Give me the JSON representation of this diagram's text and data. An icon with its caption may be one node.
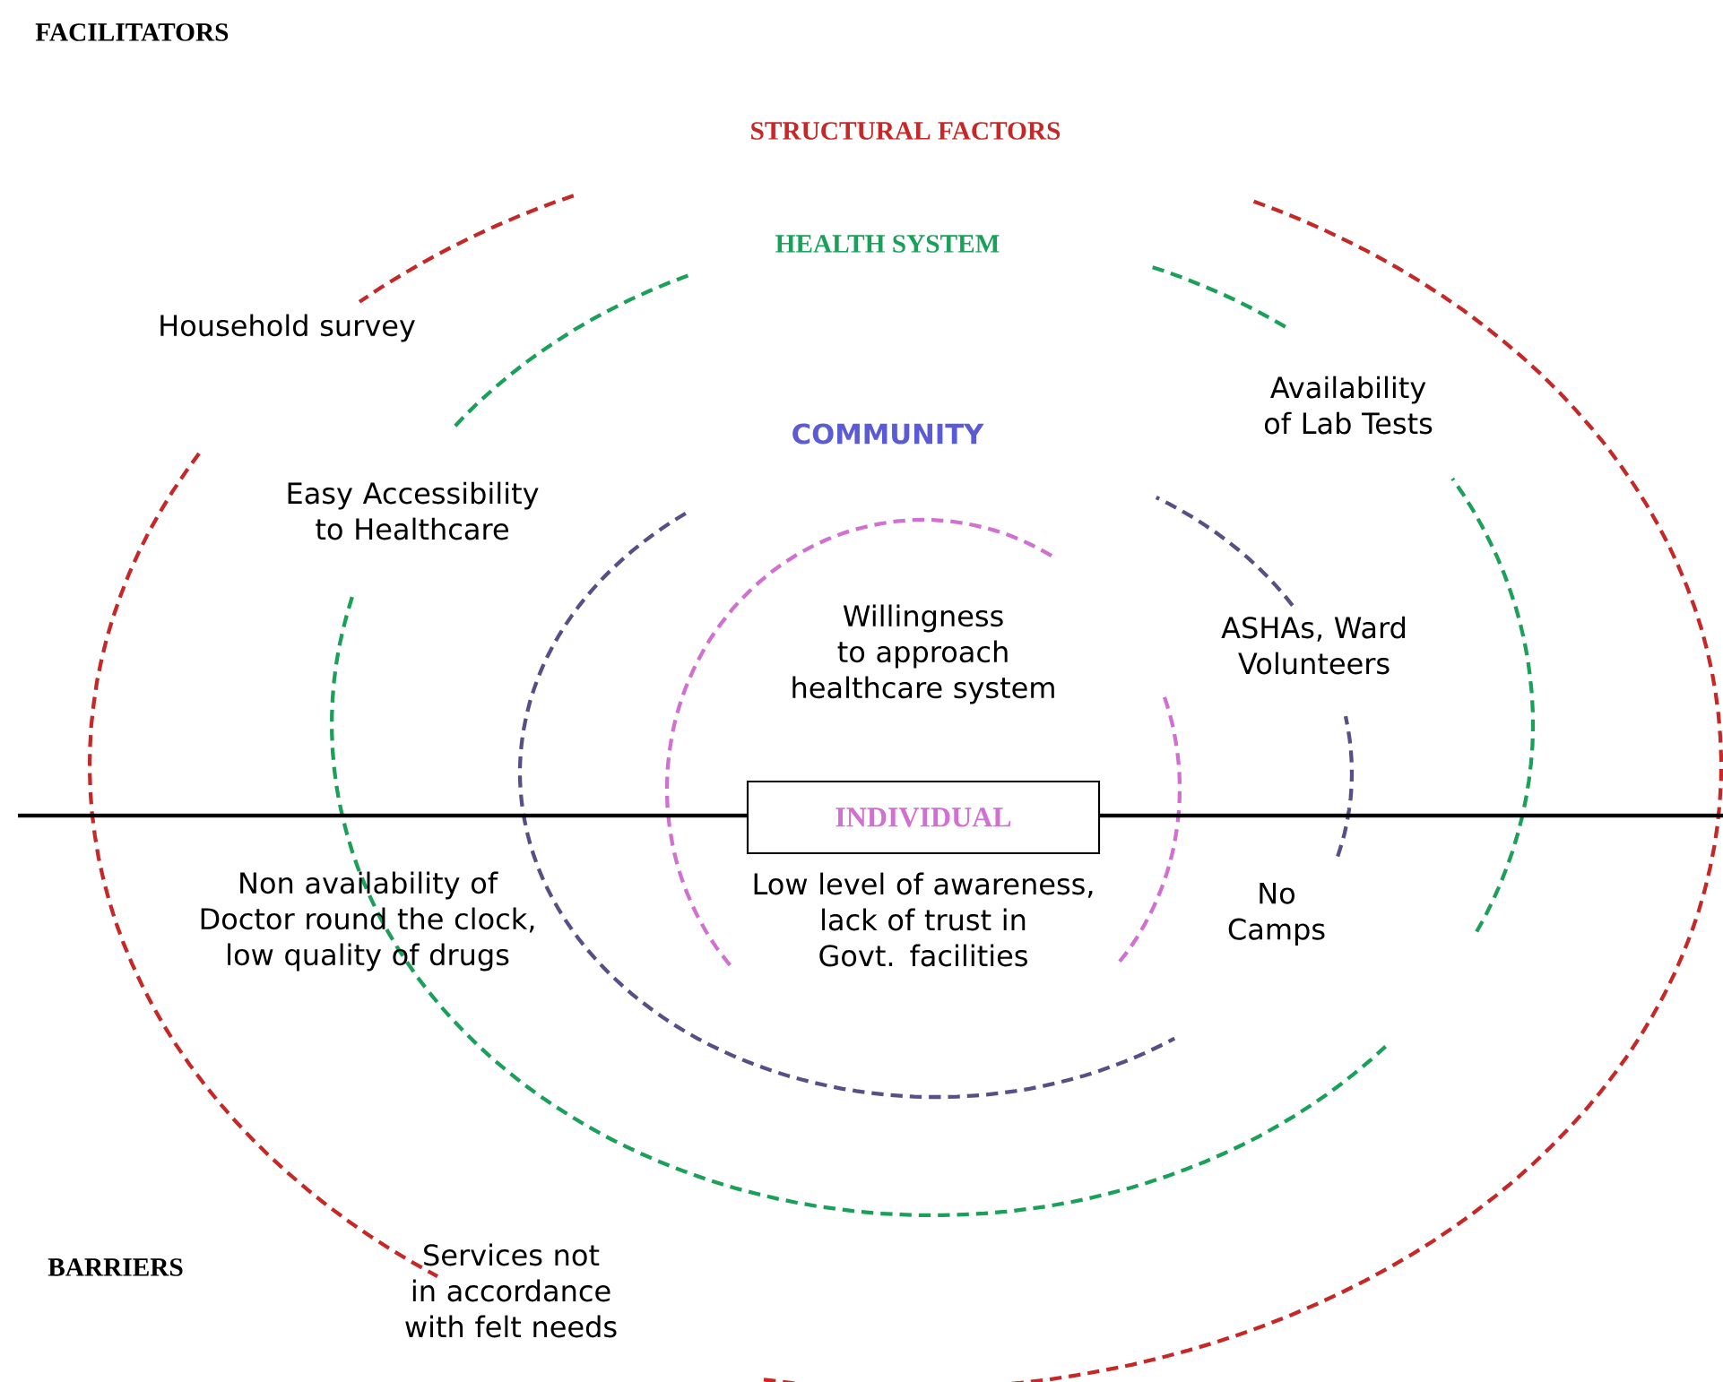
{
  "diagram": {
    "nodes": [
      {
        "text": [
          "INDIVIDUAL"
        ]
      }
    ],
    "labels": [
      "FACILITATORS",
      "STRUCTURAL FACTORS",
      "HEALTH SYSTEM",
      "Household survey",
      "Availability of Lab Tests",
      "COMMUNITY",
      "Easy Accessibility to Healthcare",
      "Willingness to approach healthcare system",
      "ASHAs, Ward Volunteers",
      "Non availability of Doctor round the clock, low quality of drugs",
      "Low level of awareness, lack of trust in Govt. facilities",
      "No Camps",
      "BARRIERS",
      "Services not in accordance with felt needs"
    ]
  }
}
